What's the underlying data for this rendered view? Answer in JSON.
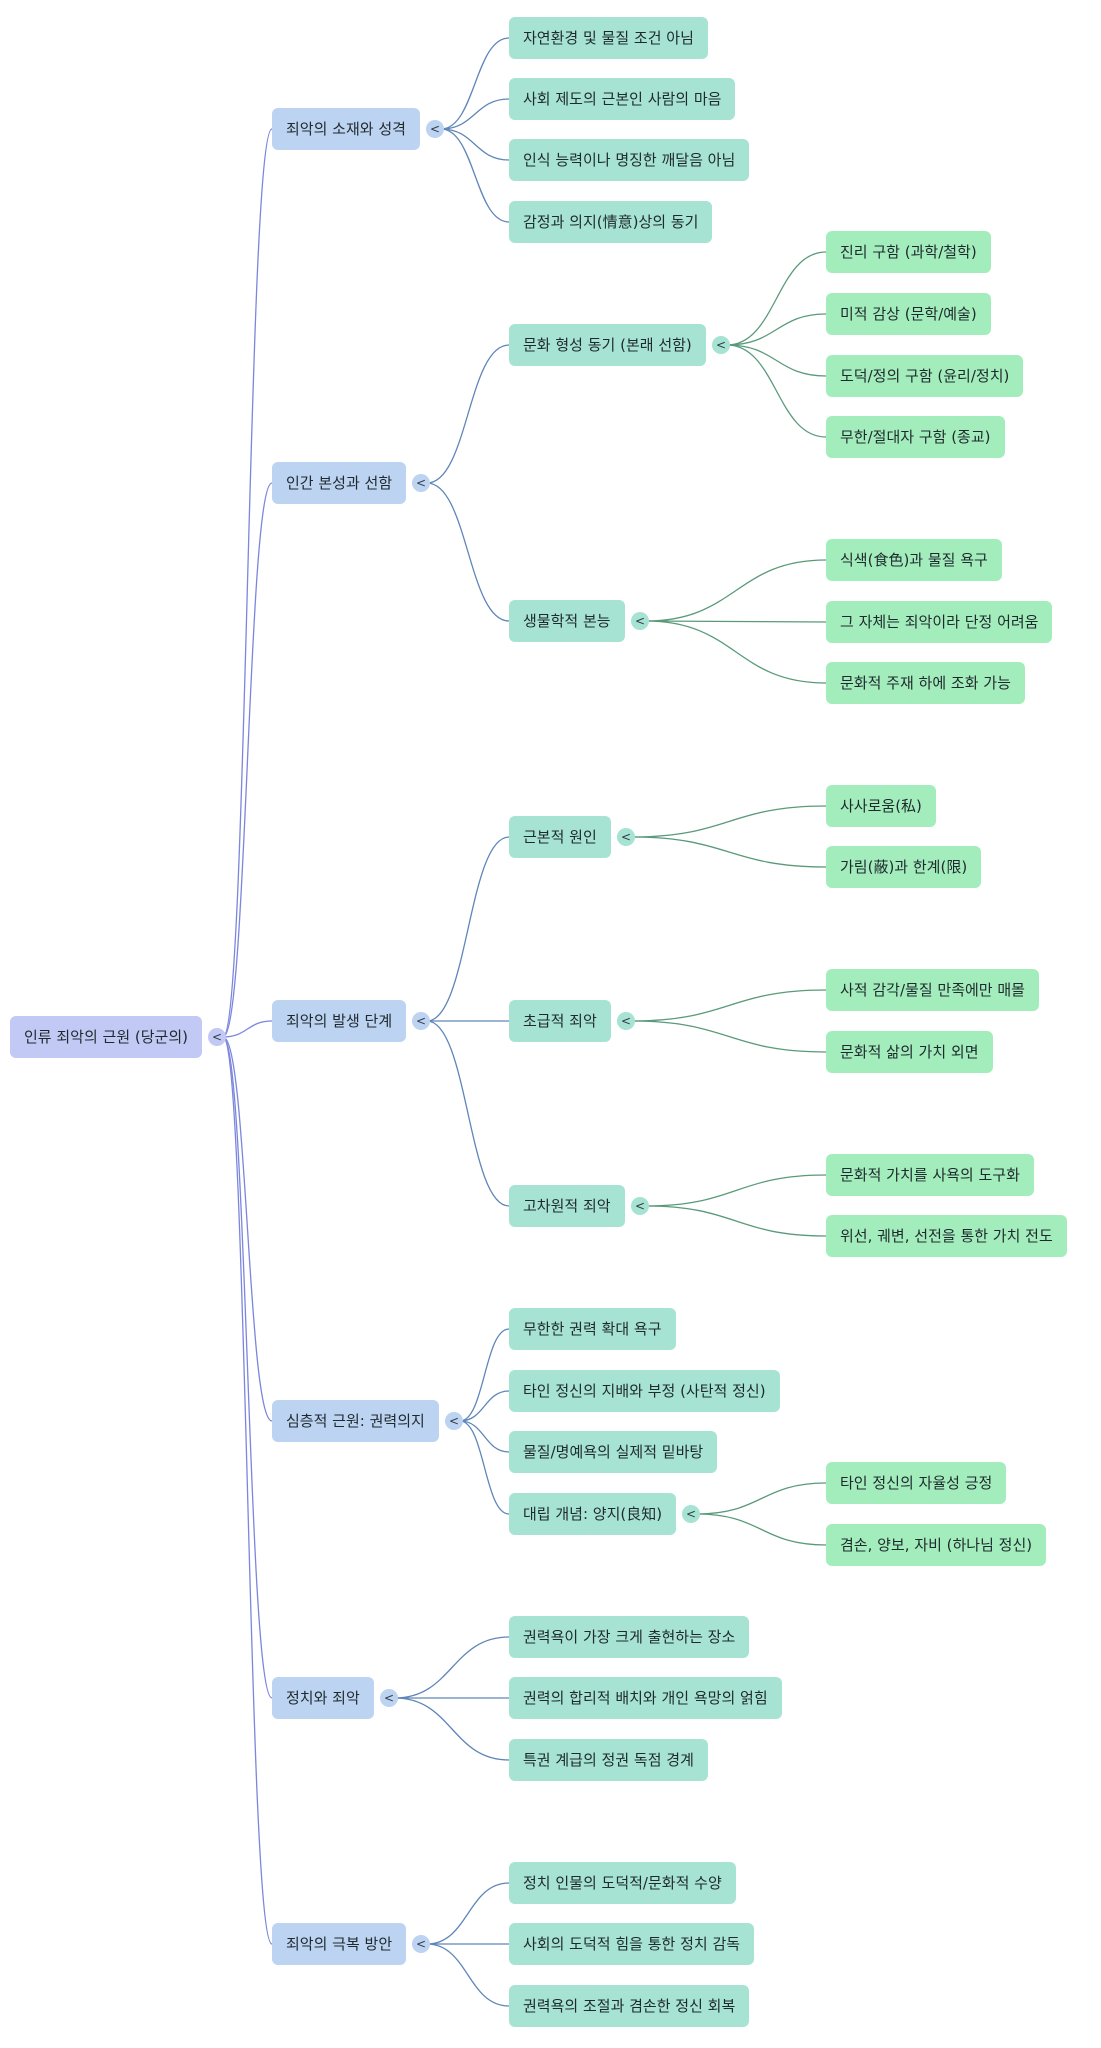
{
  "colors": {
    "root": "#c3c9f5",
    "level1": "#bcd3f1",
    "level2": "#a6e3d2",
    "level3": "#a3edbc",
    "edge_root": "#7b86dc",
    "edge_level1": "#5f86b8",
    "edge_level2": "#5a9a7a"
  },
  "collapse_glyph": "<",
  "root": {
    "label": "인류 죄악의 근원 (당군의)",
    "children": [
      {
        "label": "죄악의 소재와 성격",
        "children": [
          {
            "label": "자연환경 및 물질 조건 아님"
          },
          {
            "label": "사회 제도의 근본인 사람의 마음"
          },
          {
            "label": "인식 능력이나 명징한 깨달음 아님"
          },
          {
            "label": "감정과 의지(情意)상의 동기"
          }
        ]
      },
      {
        "label": "인간 본성과 선함",
        "children": [
          {
            "label": "문화 형성 동기 (본래 선함)",
            "children": [
              {
                "label": "진리 구함 (과학/철학)"
              },
              {
                "label": "미적 감상 (문학/예술)"
              },
              {
                "label": "도덕/정의 구함 (윤리/정치)"
              },
              {
                "label": "무한/절대자 구함 (종교)"
              }
            ]
          },
          {
            "label": "생물학적 본능",
            "children": [
              {
                "label": "식색(食色)과 물질 욕구"
              },
              {
                "label": "그 자체는 죄악이라 단정 어려움"
              },
              {
                "label": "문화적 주재 하에 조화 가능"
              }
            ]
          }
        ]
      },
      {
        "label": "죄악의 발생 단계",
        "children": [
          {
            "label": "근본적 원인",
            "children": [
              {
                "label": "사사로움(私)"
              },
              {
                "label": "가림(蔽)과 한계(限)"
              }
            ]
          },
          {
            "label": "초급적 죄악",
            "children": [
              {
                "label": "사적 감각/물질 만족에만 매몰"
              },
              {
                "label": "문화적 삶의 가치 외면"
              }
            ]
          },
          {
            "label": "고차원적 죄악",
            "children": [
              {
                "label": "문화적 가치를 사욕의 도구화"
              },
              {
                "label": "위선, 궤변, 선전을 통한 가치 전도"
              }
            ]
          }
        ]
      },
      {
        "label": "심층적 근원: 권력의지",
        "children": [
          {
            "label": "무한한 권력 확대 욕구"
          },
          {
            "label": "타인 정신의 지배와 부정 (사탄적 정신)"
          },
          {
            "label": "물질/명예욕의 실제적 밑바탕"
          },
          {
            "label": "대립 개념: 양지(良知)",
            "children": [
              {
                "label": "타인 정신의 자율성 긍정"
              },
              {
                "label": "겸손, 양보, 자비 (하나님 정신)"
              }
            ]
          }
        ]
      },
      {
        "label": "정치와 죄악",
        "children": [
          {
            "label": "권력욕이 가장 크게 출현하는 장소"
          },
          {
            "label": "권력의 합리적 배치와 개인 욕망의 얽힘"
          },
          {
            "label": "특권 계급의 정권 독점 경계"
          }
        ]
      },
      {
        "label": "죄악의 극복 방안",
        "children": [
          {
            "label": "정치 인물의 도덕적/문화적 수양"
          },
          {
            "label": "사회의 도덕적 힘을 통한 정치 감독"
          },
          {
            "label": "권력욕의 조절과 겸손한 정신 회복"
          }
        ]
      }
    ]
  }
}
